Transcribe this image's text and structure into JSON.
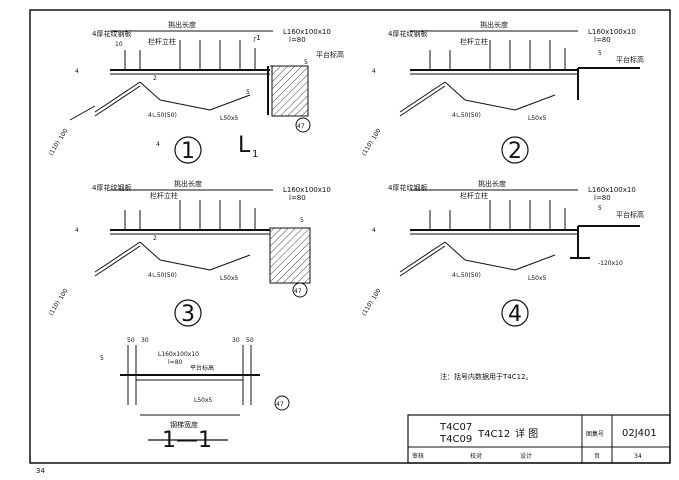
{
  "labels": {
    "plate": "4厚花纹钢板",
    "cantilever": "挑出长度",
    "railing": "栏杆立柱",
    "beam": "L160x100x10",
    "beam_len": "l=80",
    "platform": "平台标高",
    "stair_width": "钢梯宽度",
    "weld4": "4",
    "weld5": "5",
    "weld2": "2",
    "angle_small": "4∟50(50)",
    "angle_l50": "L50x5",
    "dim_10": "10",
    "dim_100": "100",
    "dim_110": "(110)",
    "dim_50": "50",
    "dim_30": "30",
    "plate_120": "-120x10",
    "section_L": "L",
    "section_L_sub": "1",
    "section_mark": "┌1",
    "detail_no": "5",
    "detail_ref": "47"
  },
  "details": [
    {
      "num": "1",
      "sub": "L1"
    },
    {
      "num": "2"
    },
    {
      "num": "3"
    },
    {
      "num": "4"
    }
  ],
  "section_title": "1—1",
  "note": "注：括号内数据用于T4C12。",
  "title_block": {
    "codes_line1": "T4C07",
    "codes_line2": "T4C09",
    "codes_mid": "T4C12",
    "title": "详  图",
    "atlas_label": "图集号",
    "atlas_no": "02J401",
    "review": "审核",
    "check": "校对",
    "design": "设计",
    "page_label": "页",
    "page_no": "34"
  },
  "page_number": "34"
}
